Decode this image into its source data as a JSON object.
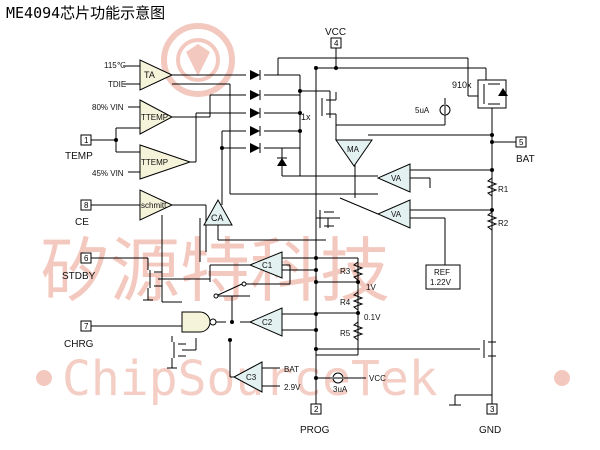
{
  "title": "ME4094芯片功能示意图",
  "colors": {
    "watermark": "#f3c9bf",
    "amp_fill": "#f5f3d9",
    "comp_fill": "#e3f1f1",
    "wire": "#000000"
  },
  "watermark": {
    "chinese": "矽源特科技",
    "latin": "ChipSourceTek",
    "logo": "ChipSourceTek"
  },
  "pins": {
    "vcc": {
      "number": "4",
      "label": "VCC"
    },
    "temp": {
      "number": "1",
      "label": "TEMP"
    },
    "ce": {
      "number": "8",
      "label": "CE"
    },
    "stdby": {
      "number": "6",
      "label": "STDBY"
    },
    "chrg": {
      "number": "7",
      "label": "CHRG"
    },
    "prog": {
      "number": "2",
      "label": "PROG"
    },
    "gnd": {
      "number": "3",
      "label": "GND"
    },
    "bat": {
      "number": "5",
      "label": "BAT"
    }
  },
  "blocks": {
    "ta": "TA",
    "ttemp_top": "TTEMP",
    "ttemp_bottom": "TTEMP",
    "schmitt": "schmitt",
    "ca": "CA",
    "ma": "MA",
    "va_top": "VA",
    "va_bottom": "VA",
    "c1": "C1",
    "c2": "C2",
    "c3": "C3",
    "ref_line1": "REF",
    "ref_line2": "1.22V"
  },
  "labels": {
    "t115": "115℃",
    "tdie": "TDIE",
    "v80": "80% VIN",
    "v45": "45% VIN",
    "x910": "910x",
    "x1": "1x",
    "i5ua": "5uA",
    "r1": "R1",
    "r2": "R2",
    "r3": "R3",
    "r4": "R4",
    "r5": "R5",
    "v1": "1V",
    "v01": "0.1V",
    "bat_c3": "BAT",
    "v29": "2.9V",
    "i3ua": "3uA",
    "vcc_src": "VCC"
  }
}
